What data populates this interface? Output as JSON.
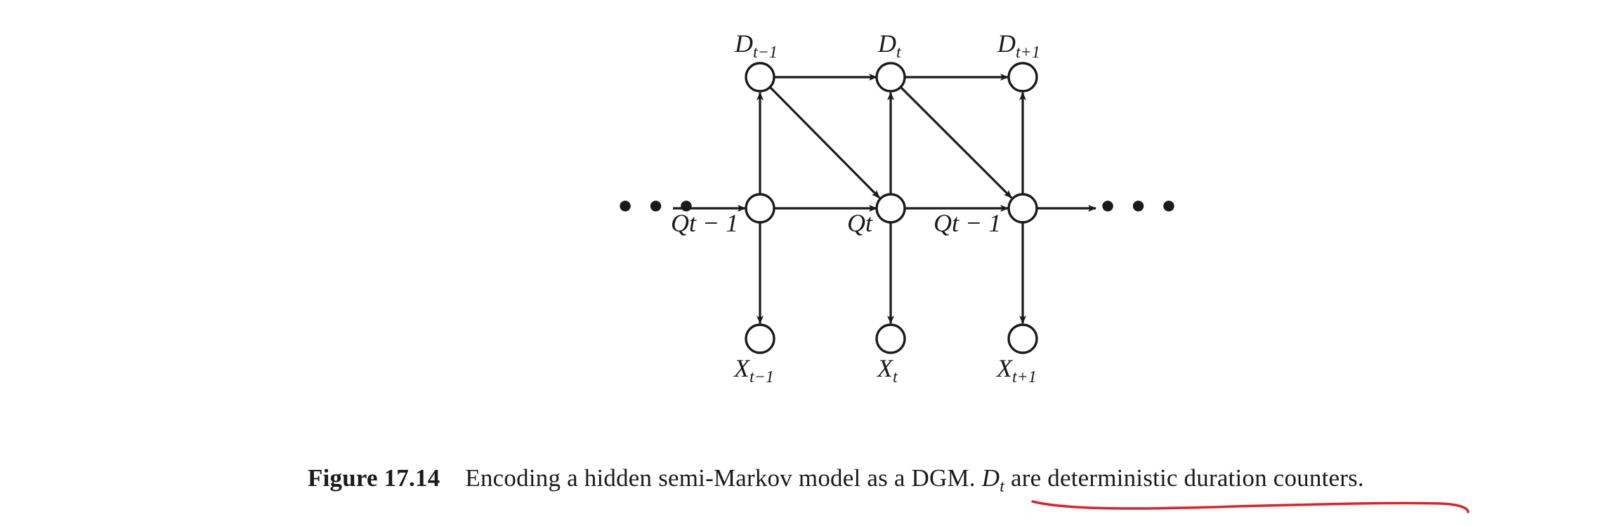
{
  "figure": {
    "nodes": {
      "d_prev": {
        "base": "D",
        "sub": "t−1"
      },
      "d_cur": {
        "base": "D",
        "sub": "t"
      },
      "d_next": {
        "base": "D",
        "sub": "t+1"
      },
      "x_prev": {
        "base": "X",
        "sub": "t−1"
      },
      "x_cur": {
        "base": "X",
        "sub": "t"
      },
      "x_next": {
        "base": "X",
        "sub": "t+1"
      },
      "q_prev_label": "Qt − 1",
      "q_cur_label": "Qt",
      "q_next_label": "Qt − 1"
    },
    "ellipsis_left": "• • •",
    "ellipsis_right": "• • •"
  },
  "caption": {
    "label": "Figure 17.14",
    "text_before": "Encoding a hidden semi-Markov model as a DGM. ",
    "math_base": "D",
    "math_sub": "t",
    "text_after": " are deterministic duration counters."
  },
  "annotation": {
    "underline_color": "#e0202a"
  }
}
